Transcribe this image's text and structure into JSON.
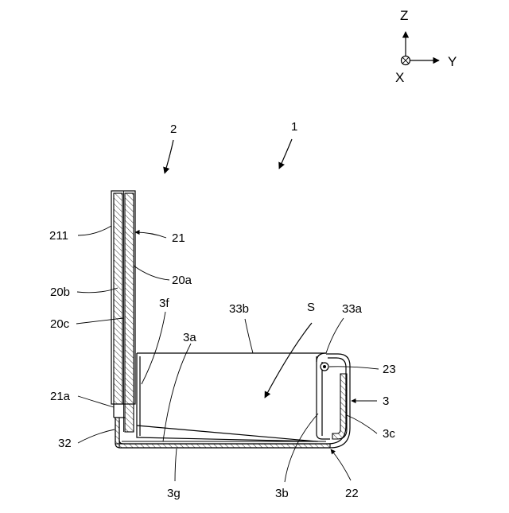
{
  "axes": {
    "z": "Z",
    "x": "X",
    "y": "Y"
  },
  "labels": {
    "l1": "1",
    "l2": "2",
    "l211": "211",
    "l21": "21",
    "l20a": "20a",
    "l20b": "20b",
    "l20c": "20c",
    "l3f": "3f",
    "l33b": "33b",
    "lS": "S",
    "l33a": "33a",
    "l3a": "3a",
    "l23": "23",
    "l21a": "21a",
    "l3": "3",
    "l32": "32",
    "l3c": "3c",
    "l3g": "3g",
    "l3b": "3b",
    "l22": "22"
  }
}
